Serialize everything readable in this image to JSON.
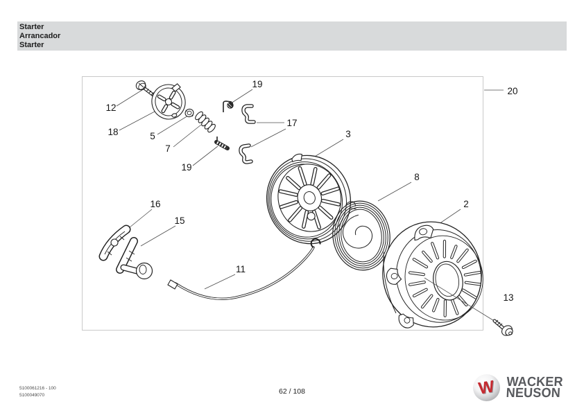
{
  "header": {
    "lines": [
      "Starter",
      "Arrancador",
      "Starter"
    ],
    "bar_color": "#d8dadb"
  },
  "diagram": {
    "callouts": [
      {
        "ref": "12"
      },
      {
        "ref": "18"
      },
      {
        "ref": "5"
      },
      {
        "ref": "7"
      },
      {
        "ref": "19"
      },
      {
        "ref": "17"
      },
      {
        "ref": "19"
      },
      {
        "ref": "3"
      },
      {
        "ref": "8"
      },
      {
        "ref": "2"
      },
      {
        "ref": "16"
      },
      {
        "ref": "15"
      },
      {
        "ref": "11"
      },
      {
        "ref": "13"
      },
      {
        "ref": "20"
      }
    ]
  },
  "footer": {
    "doc_numbers": [
      "5100061216 - 100",
      "5100049070"
    ],
    "page_indicator": "62 / 108",
    "brand": {
      "monogram": "W",
      "word1": "WACKER",
      "word2": "NEUSON",
      "accent": "#c62a30",
      "text_color": "#585a5e"
    }
  }
}
